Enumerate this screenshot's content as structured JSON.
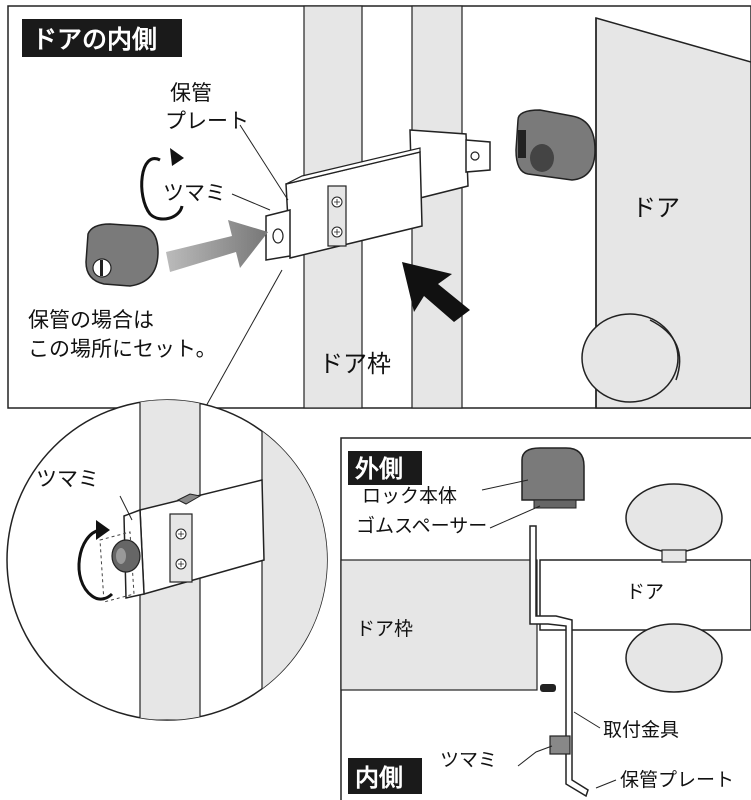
{
  "top_panel": {
    "tag": "ドアの内側",
    "label_plate_1": "保管",
    "label_plate_2": "プレート",
    "label_knob": "ツマミ",
    "label_store_1": "保管の場合は",
    "label_store_2": "この場所にセット。",
    "label_door": "ドア",
    "label_frame": "ドア枠"
  },
  "zoom_panel": {
    "label_knob": "ツマミ"
  },
  "section_panel": {
    "tag_outer": "外側",
    "tag_inner": "内側",
    "label_lock": "ロック本体",
    "label_spacer": "ゴムスペーサー",
    "label_door": "ドア",
    "label_frame": "ドア枠",
    "label_bracket": "取付金具",
    "label_knob": "ツマミ",
    "label_plate": "保管プレート"
  },
  "colors": {
    "frame_gray": "#e6e6e6",
    "lock_gray": "#777777",
    "arrow_gray": "#888888",
    "tag_bg": "#1a1a1a"
  }
}
